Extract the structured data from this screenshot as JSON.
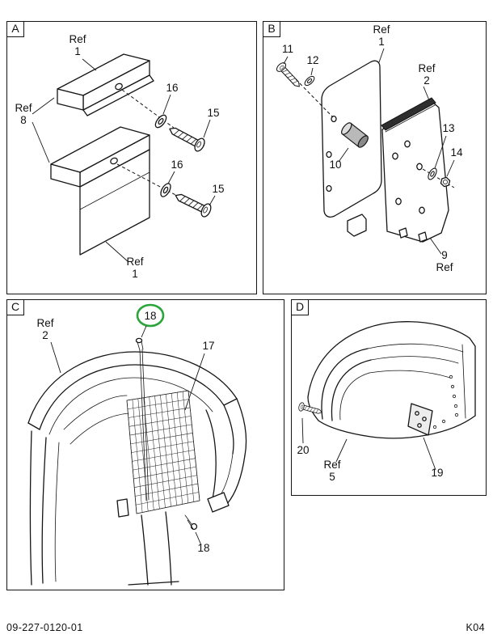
{
  "document": {
    "code_left": "09-227-0120-01",
    "code_right": "K04"
  },
  "colors": {
    "highlight": "#2aa53a"
  },
  "panels": {
    "a": {
      "letter": "A",
      "labels": {
        "ref_top": [
          "Ref",
          "1"
        ],
        "ref_left": [
          "Ref",
          "8"
        ],
        "washer_upper": "16",
        "screw_upper": "15",
        "washer_lower": "16",
        "screw_lower": "15",
        "ref_bottom": [
          "Ref",
          "1"
        ]
      }
    },
    "b": {
      "letter": "B",
      "labels": {
        "bolt": "11",
        "washer": "12",
        "ref_plate1": [
          "Ref",
          "1"
        ],
        "ref_plate2": [
          "Ref",
          "2"
        ],
        "spacer": "10",
        "washer2": "13",
        "nut": "14",
        "bracket": [
          "9",
          "Ref"
        ]
      }
    },
    "c": {
      "letter": "C",
      "labels": {
        "ref_panel": [
          "Ref",
          "2"
        ],
        "rod_top": "18",
        "mesh": "17",
        "rod_bottom": "18"
      }
    },
    "d": {
      "letter": "D",
      "labels": {
        "screw": "20",
        "ref_panel": [
          "Ref",
          "5"
        ],
        "bracket": "19"
      }
    }
  }
}
